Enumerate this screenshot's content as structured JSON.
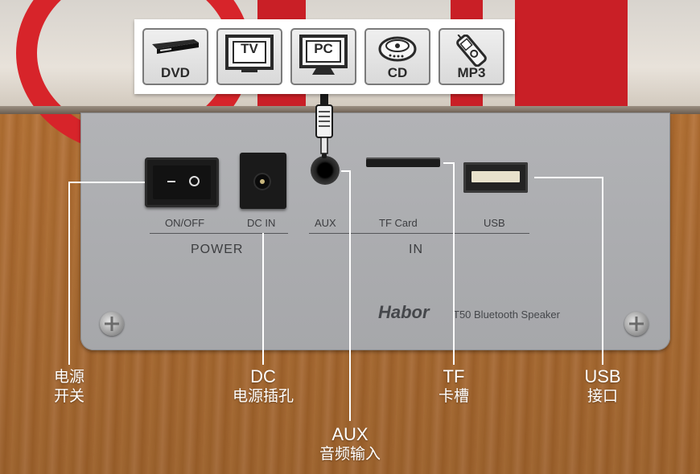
{
  "sources": [
    {
      "label": "DVD",
      "icon": "dvd-player-icon"
    },
    {
      "label": "TV",
      "icon": "tv-icon"
    },
    {
      "label": "PC",
      "icon": "pc-monitor-icon"
    },
    {
      "label": "CD",
      "icon": "cd-player-icon"
    },
    {
      "label": "MP3",
      "icon": "mp3-player-icon"
    }
  ],
  "panel": {
    "port_labels": {
      "onoff": "ON/OFF",
      "dcin": "DC  IN",
      "aux": "AUX",
      "tfcard": "TF Card",
      "usb": "USB"
    },
    "groups": {
      "power": "POWER",
      "in": "IN"
    },
    "brand": "Habor",
    "model": "T50 Bluetooth Speaker"
  },
  "callouts": {
    "power": {
      "line1": "电源",
      "line2": "开关"
    },
    "dc": {
      "title": "DC",
      "subtitle": "电源插孔"
    },
    "aux": {
      "title": "AUX",
      "subtitle": "音频输入"
    },
    "tf": {
      "title": "TF",
      "subtitle": "卡槽"
    },
    "usb": {
      "title": "USB",
      "subtitle": "接口"
    }
  },
  "colors": {
    "wood": "#b87333",
    "plate": "#a9aaad",
    "callout_text": "#ffffff",
    "accent_red": "#d7242a"
  }
}
